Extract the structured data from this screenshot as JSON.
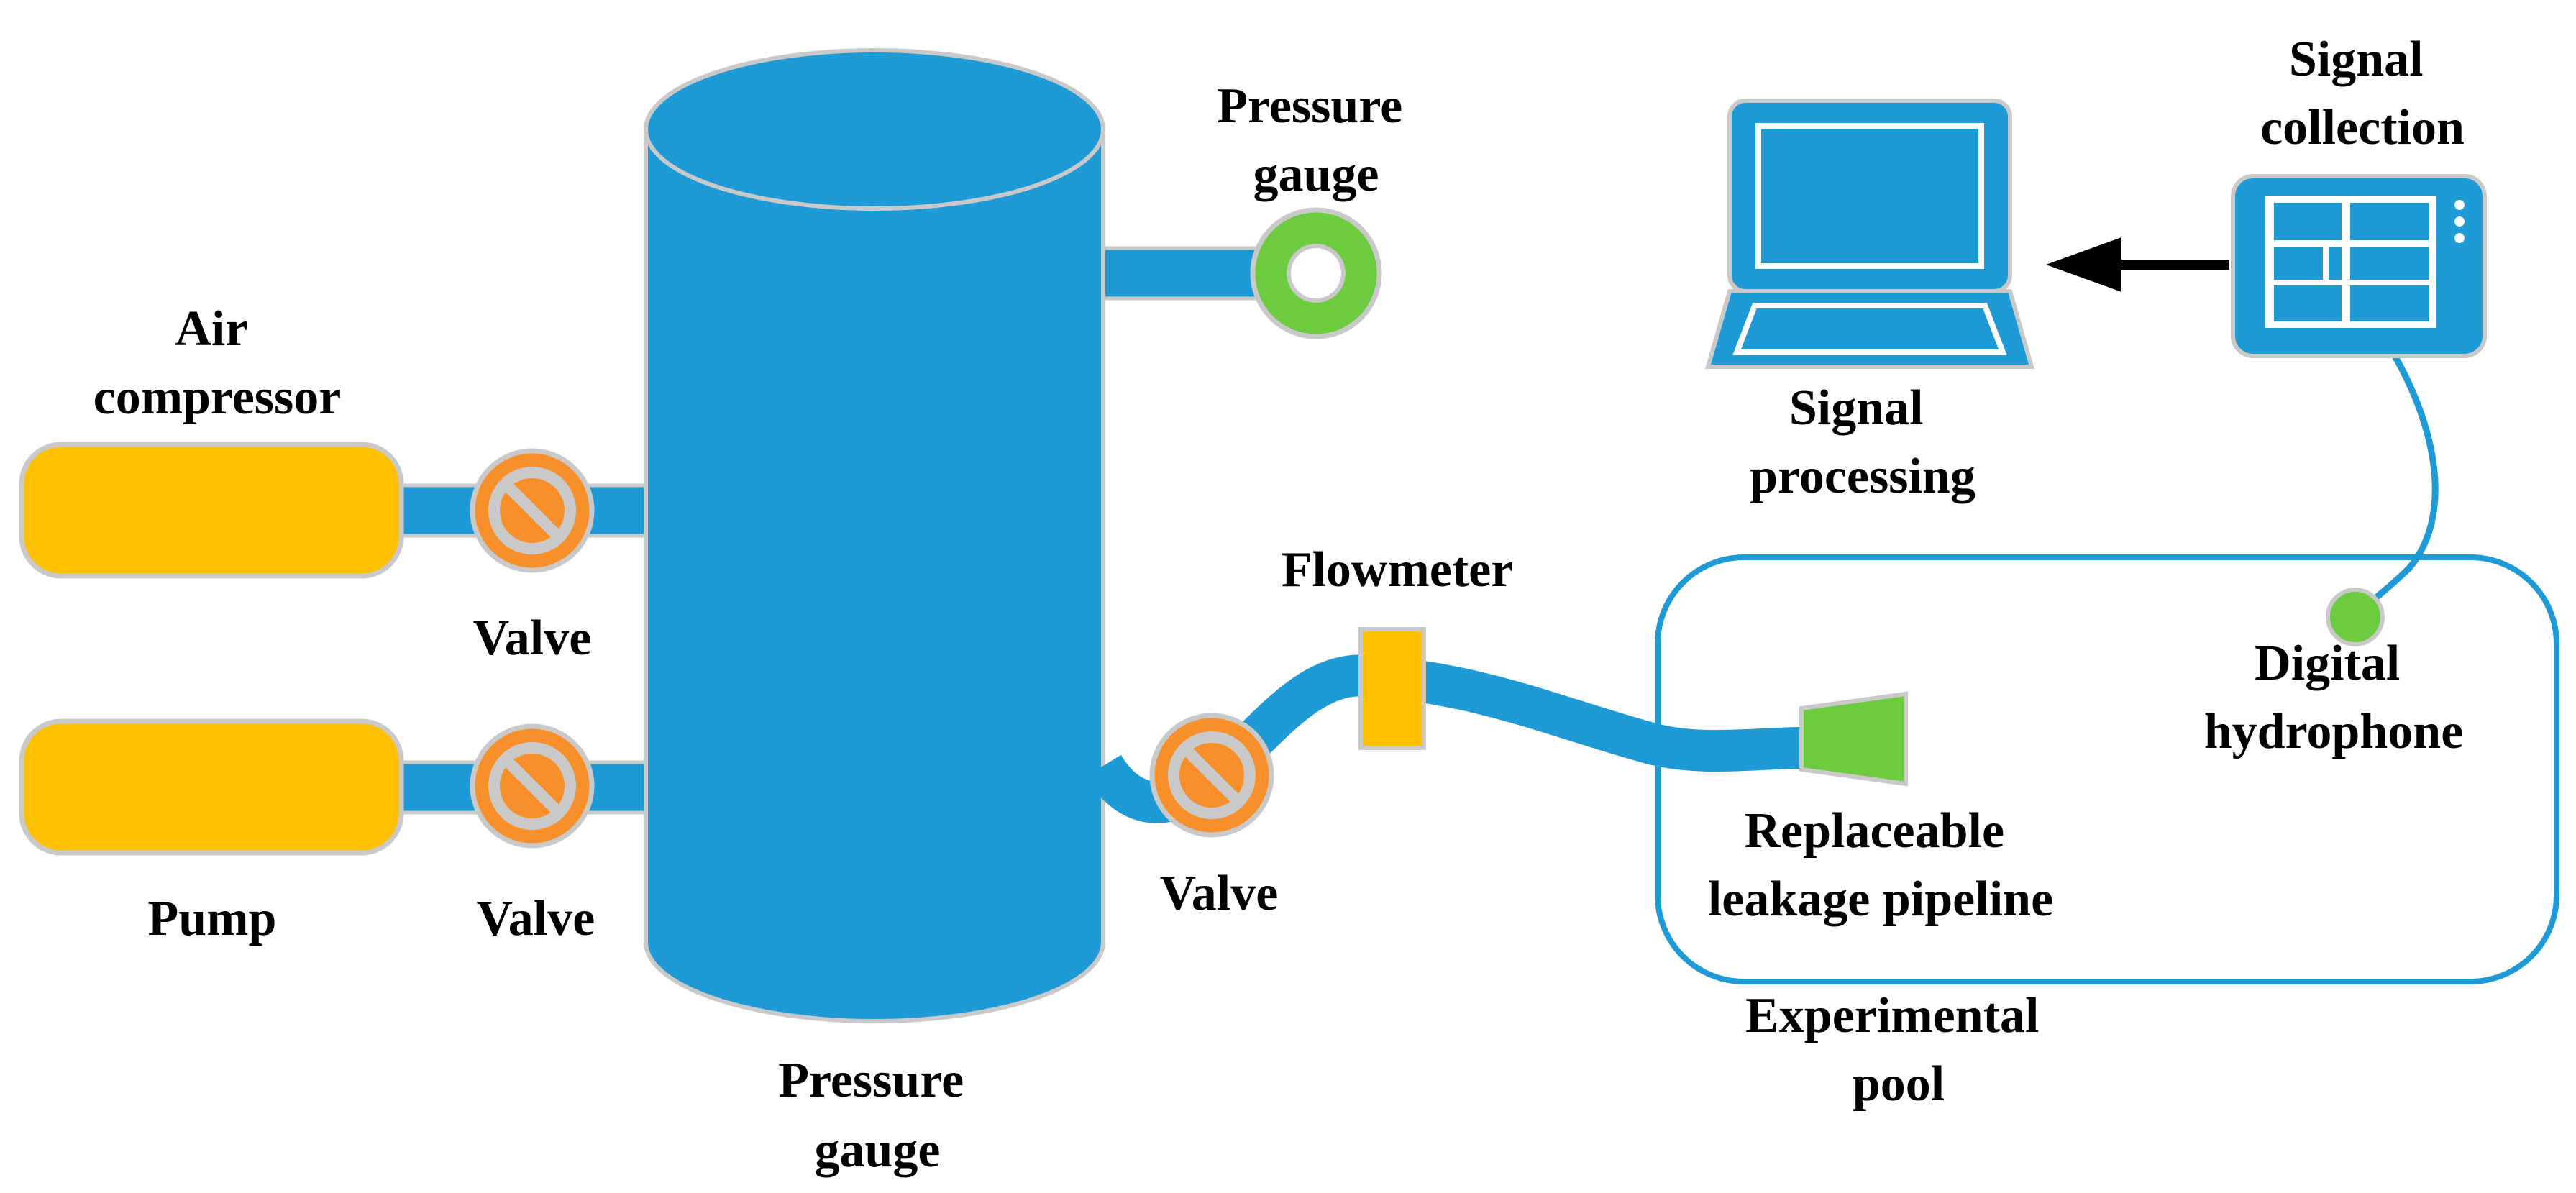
{
  "colors": {
    "pipe_blue": "#1E9AD6",
    "tank_blue": "#1E9AD6",
    "yellow": "#FFC000",
    "orange": "#F7902A",
    "green": "#6CCB3F",
    "outline_gray": "#C9C9C9",
    "arrow": "#000000"
  },
  "labels": {
    "air_compressor": [
      "Air",
      "compressor"
    ],
    "pump": "Pump",
    "valve_top": "Valve",
    "valve_bottom": "Valve",
    "pressure_gauge_top": [
      "Pressure",
      "gauge"
    ],
    "pressure_gauge_bottom": [
      "Pressure",
      "gauge"
    ],
    "valve_outlet": "Valve",
    "flowmeter": "Flowmeter",
    "signal_processing": [
      "Signal",
      "processing"
    ],
    "signal_collection": [
      "Signal",
      "collection"
    ],
    "digital_hydrophone": [
      "Digital",
      "hydrophone"
    ],
    "replaceable_pipeline": [
      "Replaceable",
      "leakage pipeline"
    ],
    "experimental_pool": [
      "Experimental",
      "pool"
    ]
  },
  "icons": {
    "valve": "valve-icon",
    "laptop": "laptop-icon",
    "tablet": "tablet-icon",
    "gauge": "pressure-gauge-icon"
  }
}
